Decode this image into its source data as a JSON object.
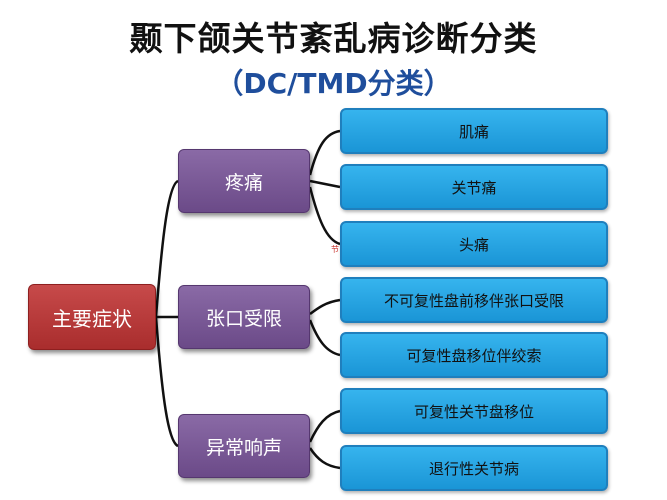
{
  "title": "颞下颌关节紊乱病诊断分类",
  "subtitle": "（DC/TMD分类）",
  "root": "主要症状",
  "categories": [
    {
      "label": "疼痛",
      "items": [
        "肌痛",
        "关节痛",
        "头痛"
      ]
    },
    {
      "label": "张口受限",
      "items": [
        "不可复性盘前移伴张口受限",
        "可复性盘移位伴绞索"
      ]
    },
    {
      "label": "异常响声",
      "items": [
        "可复性关节盘移位",
        "退行性关节病"
      ]
    }
  ],
  "watermark": "节"
}
